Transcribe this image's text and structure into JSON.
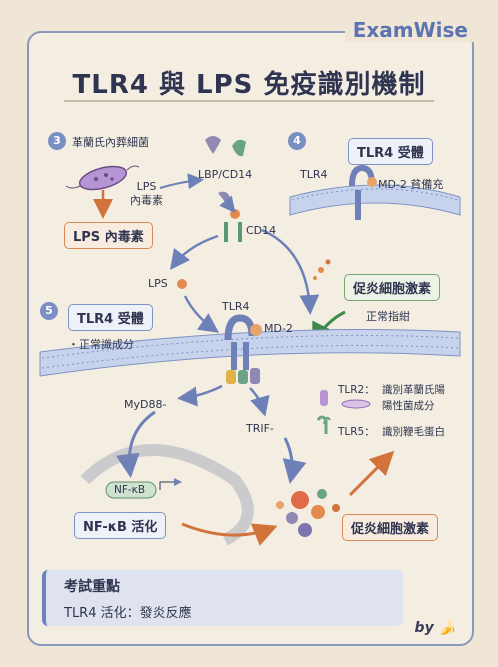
{
  "brand": "ExamWise",
  "title": "TLR4 與 LPS 免疫識別機制",
  "steps": {
    "s3": {
      "num": "3",
      "label": "革蘭氏內葬細菌"
    },
    "s4": {
      "num": "4"
    },
    "s5": {
      "num": "5"
    }
  },
  "labels": {
    "lps_endotoxin_small": "LPS\n內毒素",
    "lbp_cd14": "LBP/CD14",
    "cd14": "CD14",
    "lps": "LPS",
    "tlr4_top": "TLR4",
    "md2_top": "MD-2 貧備充",
    "tlr4_center": "TLR4",
    "md2_center": "MD-2",
    "normal_bind": "正常指紺",
    "normal_comp": "・正常識成分",
    "myd88": "MyD88-",
    "trif": "TRIF-",
    "nfkb_small": "NF-κB",
    "tlr2": "TLR2：",
    "tlr2_desc1": "識別革蘭氏陽",
    "tlr2_desc2": "陽性菌成分",
    "tlr5": "TLR5：",
    "tlr5_desc": "識別鞭毛蛋白"
  },
  "boxes": {
    "lps_endotoxin": "LPS 內毒素",
    "tlr4_receptor_top": "TLR4 受體",
    "tlr4_receptor_left": "TLR4 受體",
    "cytokine_top": "促炎細胞激素",
    "nfkb_activate": "NF-κB 活化",
    "cytokine_bottom": "促炎細胞激素"
  },
  "summary": {
    "heading": "考試重點",
    "body": "TLR4 活化：發炎反應"
  },
  "byline": "by 🍌",
  "colors": {
    "accent": "#5d74b3",
    "orange": "#d88a55",
    "green": "#79a66f",
    "membrane": "#7e93c4"
  }
}
